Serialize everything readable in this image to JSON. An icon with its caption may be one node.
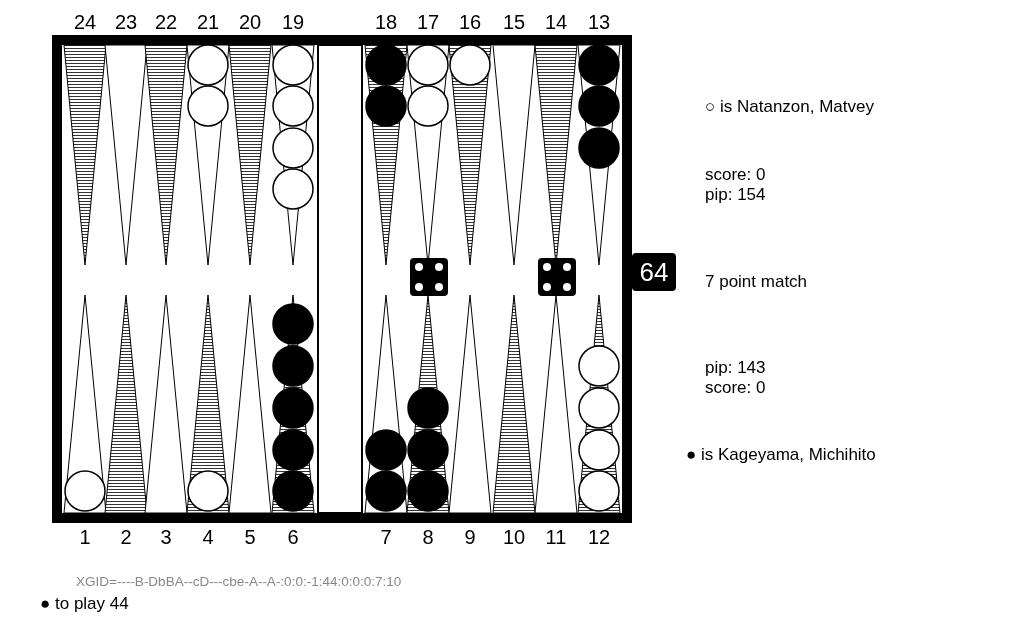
{
  "diagram": {
    "nodes": [
      {
        "text": [
          "64"
        ]
      }
    ],
    "labels": [
      "24",
      "23",
      "22",
      "21",
      "20",
      "19",
      "18",
      "17",
      "16",
      "15",
      "14",
      "13",
      "○ is Natanzon, Matvey",
      "score: 0",
      "pip: 154",
      "7 point match",
      "pip: 143",
      "score: 0",
      "● is Kageyama, Michihito",
      "1",
      "2",
      "3",
      "4",
      "5",
      "6",
      "7",
      "8",
      "9",
      "10",
      "11",
      "12",
      "XGID=----B-DbBA--cD---cbe-A--A-:0:0:-1:44:0:0:0:7:10",
      "● to play 44"
    ]
  }
}
